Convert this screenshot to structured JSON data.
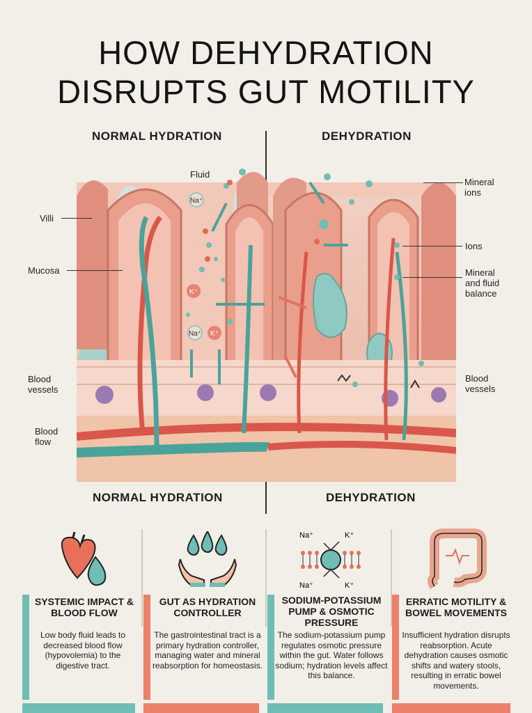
{
  "title": {
    "line1": "HOW DEHYDRATION",
    "line2": "DISRUPTS GUT MOTILITY"
  },
  "sections": {
    "left_top": "NORMAL HYDRATION",
    "right_top": "DEHYDRATION",
    "left_bottom": "NORMAL HYDRATION",
    "right_bottom": "DEHYDRATION"
  },
  "labels": {
    "fluid": "Fluid",
    "villi": "Villi",
    "mucosa": "Mucosa",
    "blood_vessels_left": "Blood vessels",
    "blood_flow": "Blood flow",
    "mineral_ions": "Mineral ions",
    "ions": "Ions",
    "mineral_fluid_balance": "Mineral and fluid balance",
    "blood_vessels_right": "Blood vessels",
    "na": "Na⁺",
    "k": "K⁺"
  },
  "cards": [
    {
      "title": "SYSTEMIC IMPACT & BLOOD FLOW",
      "text": "Low body fluid leads to decreased blood flow (hypovolemia) to the digestive tract.",
      "icon": "heart-drop-icon",
      "accent": "#6fbdb4"
    },
    {
      "title": "GUT AS HYDRATION CONTROLLER",
      "text": "The gastrointestinal tract is a primary hydration controller, managing water and mineral reabsorption for homeostasis.",
      "icon": "hands-drops-icon",
      "accent": "#ec806a"
    },
    {
      "title": "SODIUM-POTASSIUM PUMP & OSMOTIC PRESSURE",
      "text": "The sodium-potassium pump regulates osmotic pressure within the gut. Water follows sodium; hydration levels affect this balance.",
      "icon": "ion-pump-icon",
      "accent": "#6fbdb4",
      "pump_labels": {
        "na_top": "Na⁺",
        "k_top": "K⁺",
        "na_bottom": "Na⁺",
        "k_bottom": "K⁺"
      }
    },
    {
      "title": "ERRATIC MOTILITY & BOWEL MOVEMENTS",
      "text": "Insufficient hydration disrupts reabsorption. Acute dehydration causes osmotic shifts and watery stools, resulting in erratic bowel movements.",
      "icon": "intestine-icon",
      "accent": "#ec806a"
    }
  ],
  "colors": {
    "background": "#f1efe8",
    "teal": "#6fbdb4",
    "coral": "#ec806a",
    "tissue": "#e8a496",
    "vessel_red": "#d9574a"
  }
}
